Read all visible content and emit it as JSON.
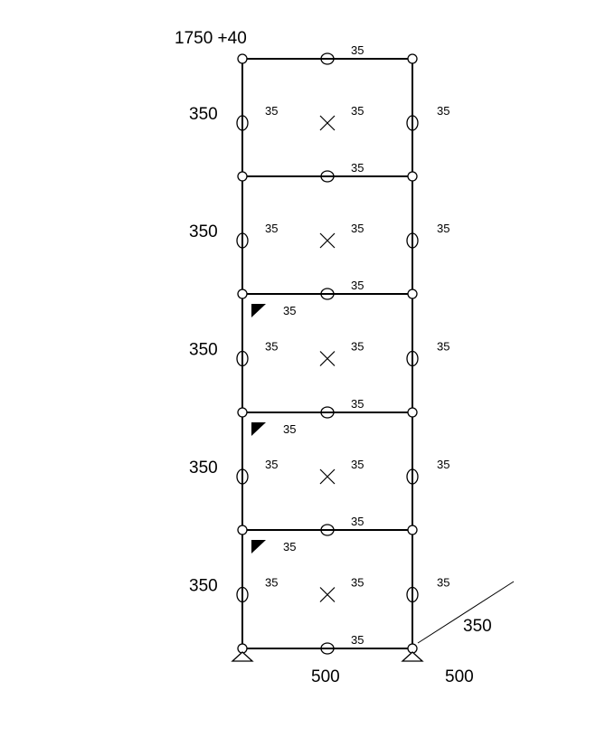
{
  "header_label": "1750 +40",
  "stories": [
    {
      "height": "350",
      "left_col": "35",
      "center": "35",
      "right_col": "35",
      "top_beam": "35",
      "marker": null
    },
    {
      "height": "350",
      "left_col": "35",
      "center": "35",
      "right_col": "35",
      "top_beam": "35",
      "marker": null
    },
    {
      "height": "350",
      "left_col": "35",
      "center": "35",
      "right_col": "35",
      "top_beam": "35",
      "marker": "35"
    },
    {
      "height": "350",
      "left_col": "35",
      "center": "35",
      "right_col": "35",
      "top_beam": "35",
      "marker": "35"
    },
    {
      "height": "350",
      "left_col": "35",
      "center": "35",
      "right_col": "35",
      "top_beam": "35",
      "marker": "35"
    }
  ],
  "base_beam": "35",
  "bay_width": "500",
  "out_of_plane_depth": "350",
  "out_of_plane_width": "500"
}
